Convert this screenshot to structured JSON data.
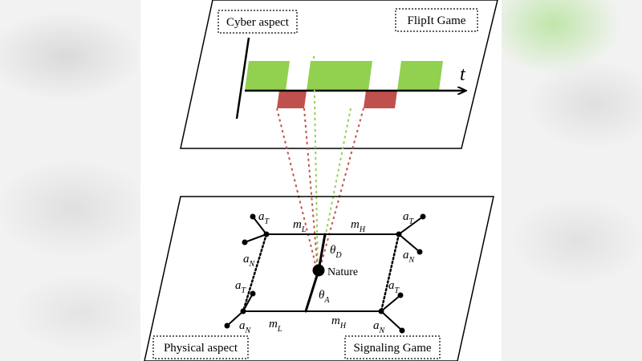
{
  "cyber_panel": {
    "left_label": "Cyber aspect",
    "right_label": "FlipIt Game",
    "axis_label": "t",
    "colors": {
      "defender": "#92d050",
      "attacker": "#c0504d"
    }
  },
  "physical_panel": {
    "left_label": "Physical aspect",
    "right_label": "Signaling Game",
    "nature_label": "Nature",
    "theta_symbol": "θ",
    "theta_D_sub": "D",
    "theta_A_sub": "A",
    "m_symbol": "m",
    "m_L_sub": "L",
    "m_H_sub": "H",
    "a_symbol": "a",
    "a_T_sub": "T",
    "a_N_sub": "N"
  }
}
